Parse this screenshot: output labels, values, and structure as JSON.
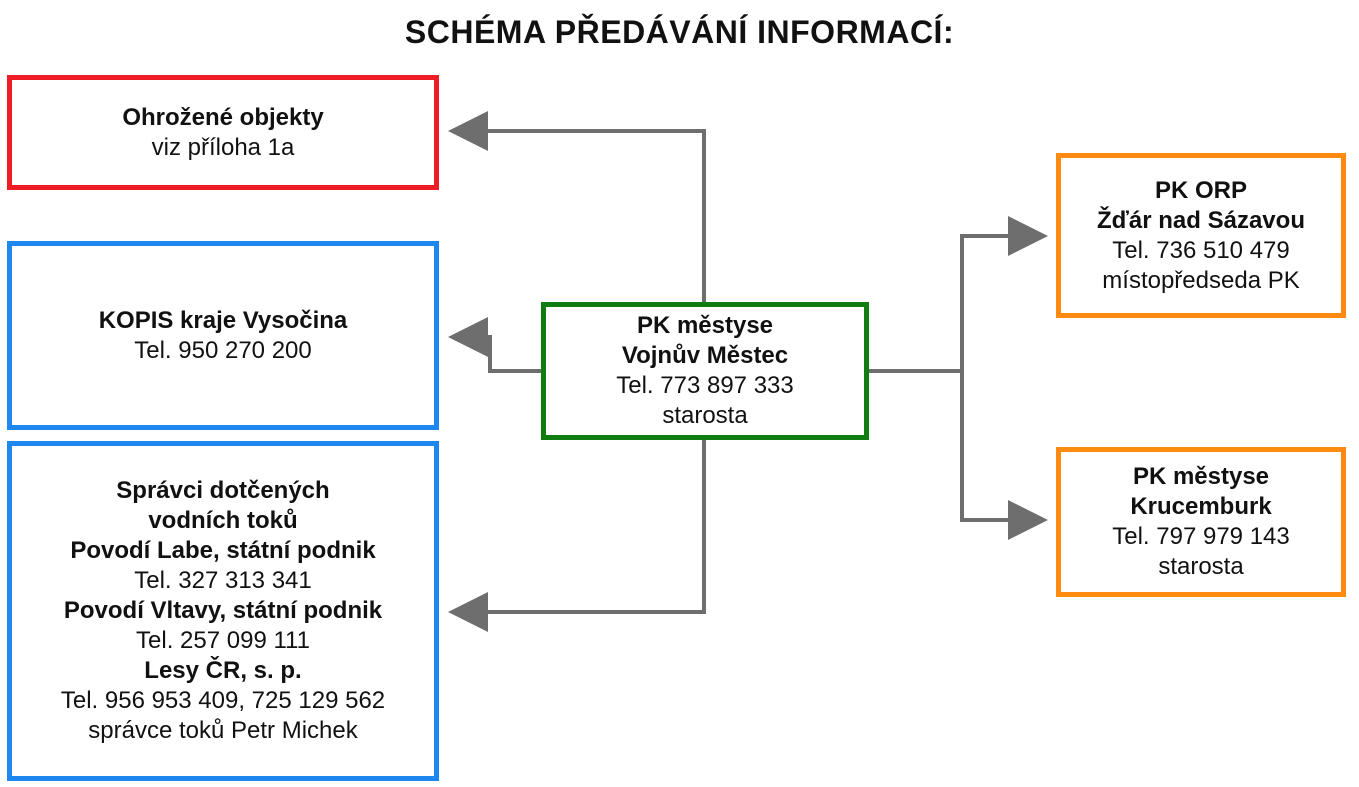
{
  "title": "SCHÉMA PŘEDÁVÁNÍ INFORMACÍ:",
  "colors": {
    "red": "#ee1c24",
    "blue": "#1e87f0",
    "green": "#0f7d10",
    "orange": "#ff8a10",
    "connector": "#6e6e6e"
  },
  "nodes": {
    "ohrozene": {
      "lines": [
        "Ohrožené objekty",
        "viz příloha 1a"
      ]
    },
    "kopis": {
      "lines": [
        "KOPIS kraje Vysočina",
        "Tel. 950 270 200"
      ]
    },
    "spravci": {
      "lines": [
        "Správci dotčených",
        "vodních toků",
        "Povodí Labe, státní podnik",
        "Tel. 327 313 341",
        "Povodí Vltavy, státní podnik",
        "Tel. 257 099 111",
        "Lesy ČR, s. p.",
        "Tel. 956 953 409, 725 129 562",
        "správce toků Petr Michek"
      ]
    },
    "center": {
      "lines": [
        "PK městyse",
        "Vojnův Městec",
        "Tel. 773 897 333",
        "starosta"
      ]
    },
    "orp": {
      "lines": [
        "PK ORP",
        "Žďár nad Sázavou",
        "Tel. 736 510 479",
        "místopředseda PK"
      ]
    },
    "krucemburk": {
      "lines": [
        "PK městyse",
        "Krucemburk",
        "Tel. 797 979 143",
        "starosta"
      ]
    }
  }
}
